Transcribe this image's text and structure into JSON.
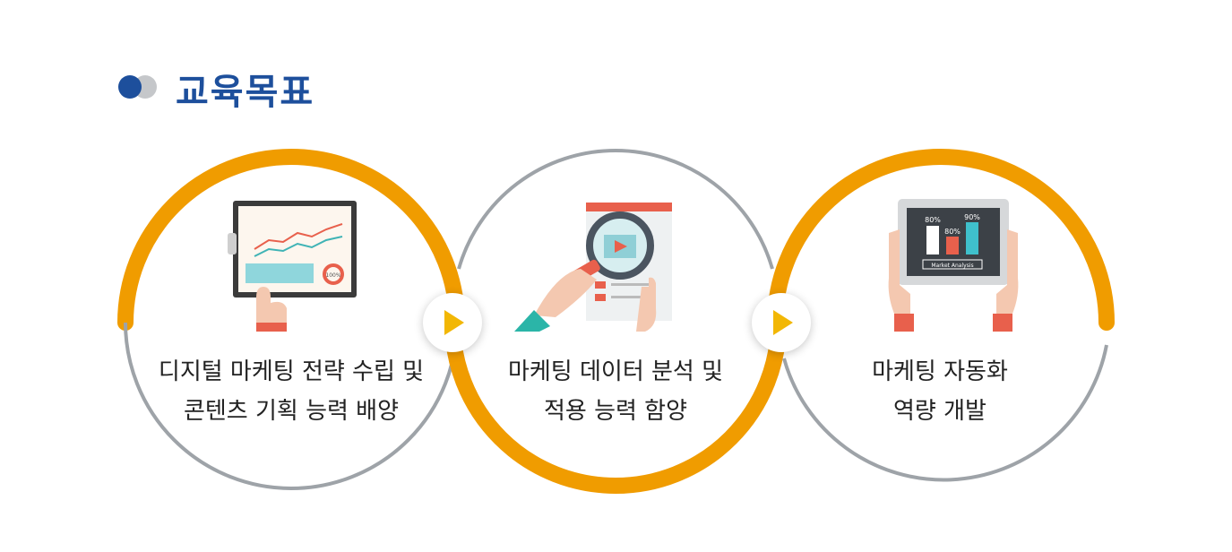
{
  "header": {
    "title": "교육목표",
    "icon": "double-dot-icon"
  },
  "colors": {
    "accent": "#f09c00",
    "ring_gray": "#9ea3a8",
    "title": "#1d4f9c",
    "arrow": "#f2b705"
  },
  "steps": [
    {
      "line1": "디지털 마케팅 전략 수립 및",
      "line2": "콘텐츠 기획 능력 배양",
      "icon": "clipboard-chart-icon"
    },
    {
      "line1": "마케팅 데이터 분석 및",
      "line2": "적용 능력 함양",
      "icon": "magnifier-analysis-icon"
    },
    {
      "line1": "마케팅 자동화",
      "line2": "역량 개발",
      "icon": "tablet-bar-chart-icon"
    }
  ],
  "tablet": {
    "bars": [
      "80%",
      "80%",
      "90%"
    ],
    "label": "Market Analysis"
  },
  "clipboard": {
    "gauge": "100%"
  },
  "connectors": [
    "arrow-right-icon",
    "arrow-right-icon"
  ]
}
